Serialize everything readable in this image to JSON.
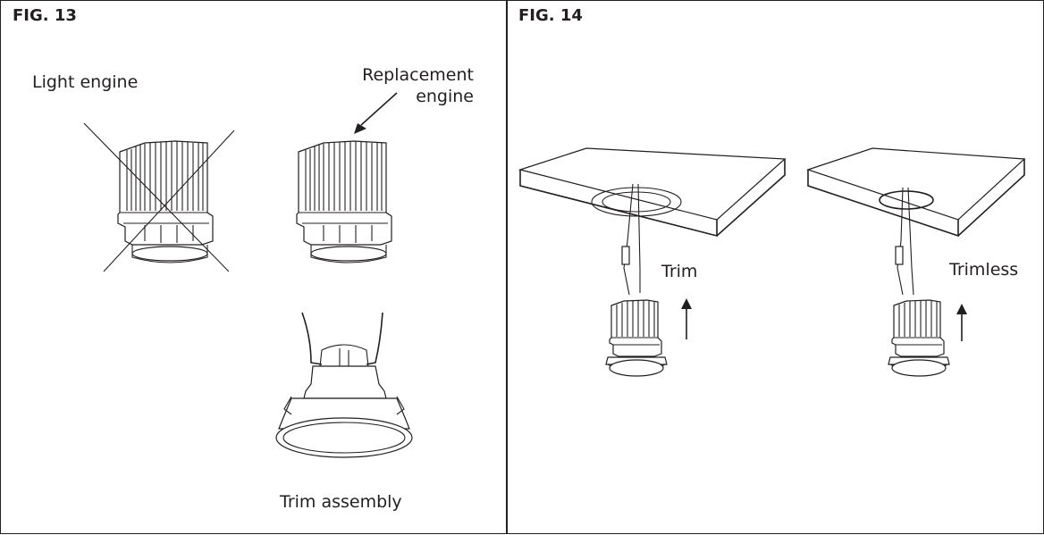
{
  "fig13": {
    "title": "FIG. 13",
    "light_engine_label": "Light engine",
    "replacement_label_line1": "Replacement",
    "replacement_label_line2": "engine",
    "trim_assembly_label": "Trim assembly"
  },
  "fig14": {
    "title": "FIG. 14",
    "trim_label": "Trim",
    "trimless_label": "Trimless"
  }
}
